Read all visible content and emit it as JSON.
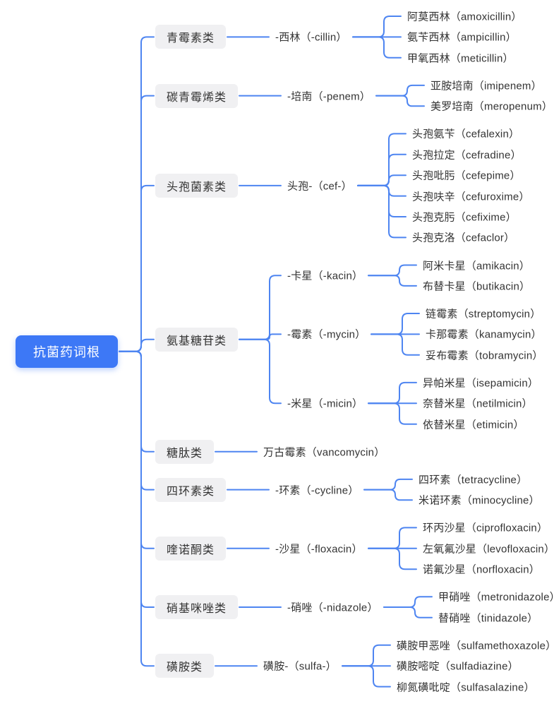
{
  "root": {
    "label": "抗菌药词根"
  },
  "colors": {
    "root_bg": "#3D78F6",
    "root_text": "#ffffff",
    "category_bg": "#F0F0F2",
    "category_text": "#333333",
    "leaf_text": "#333333",
    "line": "#4E85F1",
    "background": "#ffffff"
  },
  "tree": [
    {
      "label": "青霉素类",
      "children": [
        {
          "label": "-西林（-cillin）",
          "children": [
            {
              "label": "阿莫西林（amoxicillin）"
            },
            {
              "label": "氨苄西林（ampicillin）"
            },
            {
              "label": "甲氧西林（meticillin）"
            }
          ]
        }
      ]
    },
    {
      "label": "碳青霉烯类",
      "children": [
        {
          "label": "-培南（-penem）",
          "children": [
            {
              "label": "亚胺培南（imipenem）"
            },
            {
              "label": "美罗培南（meropenum）"
            }
          ]
        }
      ]
    },
    {
      "label": "头孢菌素类",
      "children": [
        {
          "label": "头孢-（cef-）",
          "children": [
            {
              "label": "头孢氨苄（cefalexin）"
            },
            {
              "label": "头孢拉定（cefradine）"
            },
            {
              "label": "头孢吡肟（cefepime）"
            },
            {
              "label": "头孢呋辛（cefuroxime）"
            },
            {
              "label": "头孢克肟（cefixime）"
            },
            {
              "label": "头孢克洛（cefaclor）"
            }
          ]
        }
      ]
    },
    {
      "label": "氨基糖苷类",
      "children": [
        {
          "label": "-卡星（-kacin）",
          "children": [
            {
              "label": "阿米卡星（amikacin）"
            },
            {
              "label": "布替卡星（butikacin）"
            }
          ]
        },
        {
          "label": "-霉素（-mycin）",
          "children": [
            {
              "label": "链霉素（streptomycin）"
            },
            {
              "label": "卡那霉素（kanamycin）"
            },
            {
              "label": "妥布霉素（tobramycin）"
            }
          ]
        },
        {
          "label": "-米星（-micin）",
          "children": [
            {
              "label": "异帕米星（isepamicin）"
            },
            {
              "label": "奈替米星（netilmicin）"
            },
            {
              "label": "依替米星（etimicin）"
            }
          ]
        }
      ]
    },
    {
      "label": "糖肽类",
      "children": [
        {
          "label": "万古霉素（vancomycin）"
        }
      ]
    },
    {
      "label": "四环素类",
      "children": [
        {
          "label": "-环素（-cycline）",
          "children": [
            {
              "label": "四环素（tetracycline）"
            },
            {
              "label": "米诺环素（minocycline）"
            }
          ]
        }
      ]
    },
    {
      "label": "喹诺酮类",
      "children": [
        {
          "label": "-沙星（-floxacin）",
          "children": [
            {
              "label": "环丙沙星（ciprofloxacin）"
            },
            {
              "label": "左氧氟沙星（levofloxacin）"
            },
            {
              "label": "诺氟沙星（norfloxacin）"
            }
          ]
        }
      ]
    },
    {
      "label": "硝基咪唑类",
      "children": [
        {
          "label": "-硝唑（-nidazole）",
          "children": [
            {
              "label": "甲硝唑（metronidazole）"
            },
            {
              "label": "替硝唑（tinidazole）"
            }
          ]
        }
      ]
    },
    {
      "label": "磺胺类",
      "children": [
        {
          "label": "磺胺-（sulfa-）",
          "children": [
            {
              "label": "磺胺甲恶唑（sulfamethoxazole）"
            },
            {
              "label": "磺胺嘧啶（sulfadiazine）"
            },
            {
              "label": "柳氮磺吡啶（sulfasalazine）"
            }
          ]
        }
      ]
    }
  ]
}
